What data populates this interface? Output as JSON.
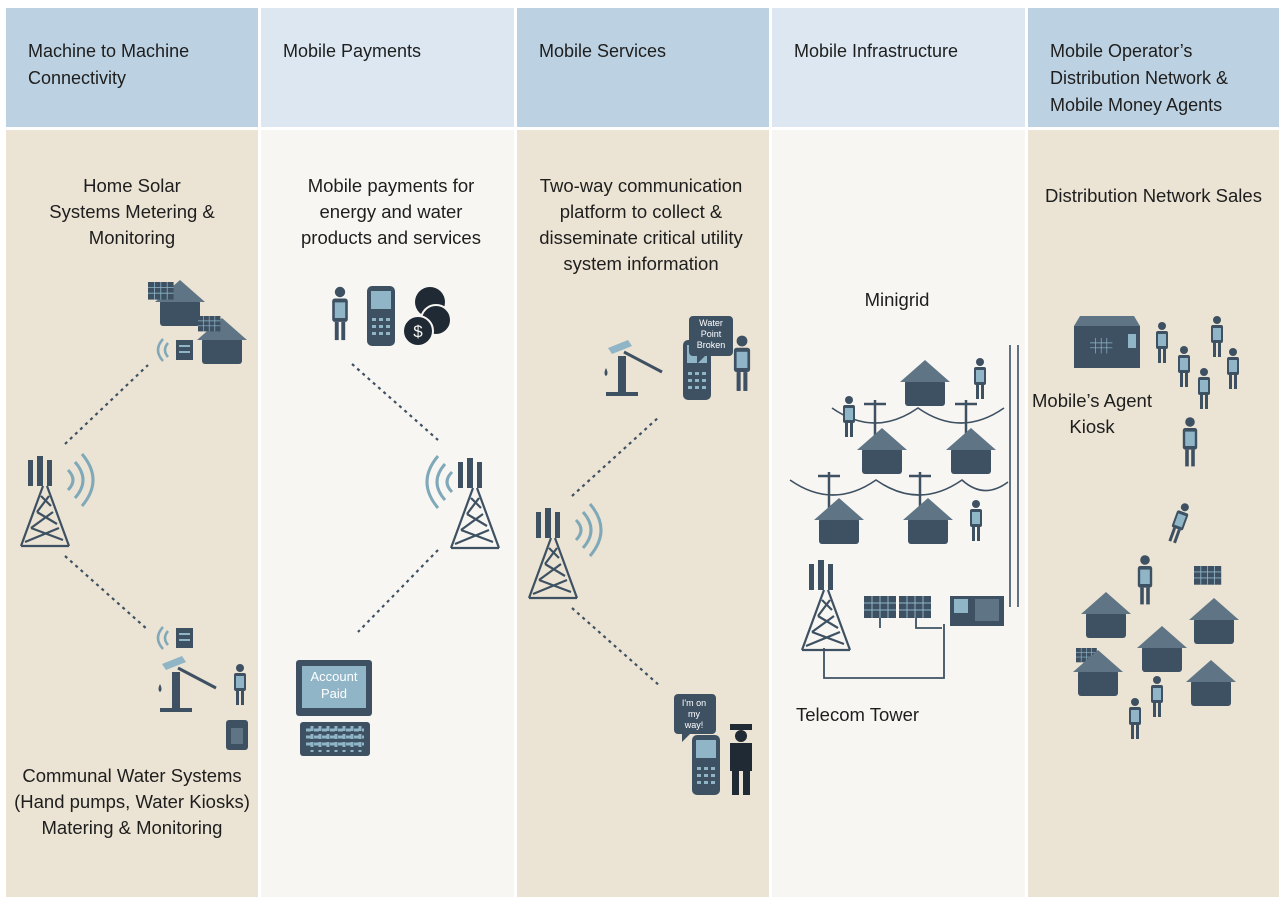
{
  "columns": [
    {
      "header": [
        "Machine to Machine",
        "Connectivity"
      ],
      "captions": {
        "top": [
          "Home Solar",
          "Systems Metering &",
          "Monitoring"
        ],
        "bottom": [
          "Communal Water Systems",
          "(Hand pumps, Water Kiosks)",
          "Matering & Monitoring"
        ]
      }
    },
    {
      "header": [
        "Mobile Payments"
      ],
      "captions": {
        "top": [
          "Mobile payments for",
          "energy and water",
          "products and services"
        ],
        "screen": [
          "Account",
          "Paid"
        ]
      }
    },
    {
      "header": [
        "Mobile Services"
      ],
      "captions": {
        "top": [
          "Two-way communication",
          "platform to collect &",
          "disseminate critical utility",
          "system information"
        ],
        "bubble1": [
          "Water",
          "Point",
          "Broken"
        ],
        "bubble2": [
          "I'm on",
          "my",
          "way!"
        ]
      }
    },
    {
      "header": [
        "Mobile Infrastructure"
      ],
      "captions": {
        "minigrid": [
          "Minigrid"
        ],
        "tower": [
          "Telecom Tower"
        ]
      }
    },
    {
      "header": [
        "Mobile Operator’s",
        "Distribution Network &",
        "Mobile Money Agents"
      ],
      "captions": {
        "top": [
          "Distribution Network Sales"
        ],
        "kiosk": [
          "Mobile’s Agent",
          "Kiosk"
        ]
      }
    }
  ],
  "colors": {
    "header_dark": "#bcd1e1",
    "header_light": "#dce7f1",
    "body_tan": "#ebe3d3",
    "body_light": "#f8f6f2",
    "icon_dark": "#3e5163",
    "icon_light": "#8fb5c7",
    "signal": "#7fa8b8"
  }
}
